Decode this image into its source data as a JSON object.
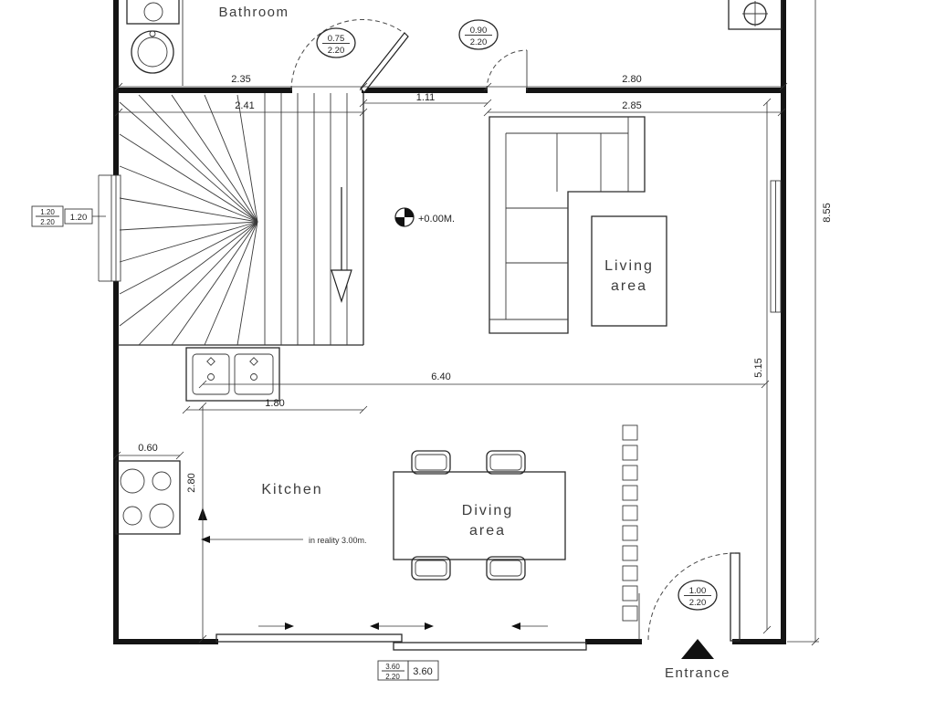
{
  "rooms": {
    "bathroom": "Bathroom",
    "kitchen": "Kitchen",
    "living_line1": "Living",
    "living_line2": "area",
    "dining_line1": "Diving",
    "dining_line2": "area",
    "entrance": "Entrance"
  },
  "annotations": {
    "level_marker": "+0.00M.",
    "kitchen_note": "in reality 3.00m."
  },
  "door_window_tags": {
    "bathroom_door": {
      "width": "0.75",
      "height": "2.20"
    },
    "hall_door": {
      "width": "0.90",
      "height": "2.20"
    },
    "entrance_door": {
      "width": "1.00",
      "height": "2.20"
    },
    "left_window": {
      "width": "1.20",
      "height": "2.20",
      "side_value": "1.20"
    },
    "patio_door": {
      "width": "3.60",
      "height": "2.20",
      "side_value": "3.60"
    }
  },
  "dimensions": {
    "bathroom_width": "2.35",
    "hall_width": "1.11",
    "living_top_width": "2.80",
    "stair_width": "2.41",
    "living_inner_width": "2.85",
    "overall_height": "8.55",
    "interior_width": "6.40",
    "living_height": "5.15",
    "counter_width": "1.80",
    "stove_width": "0.60",
    "kitchen_depth": "2.80"
  }
}
